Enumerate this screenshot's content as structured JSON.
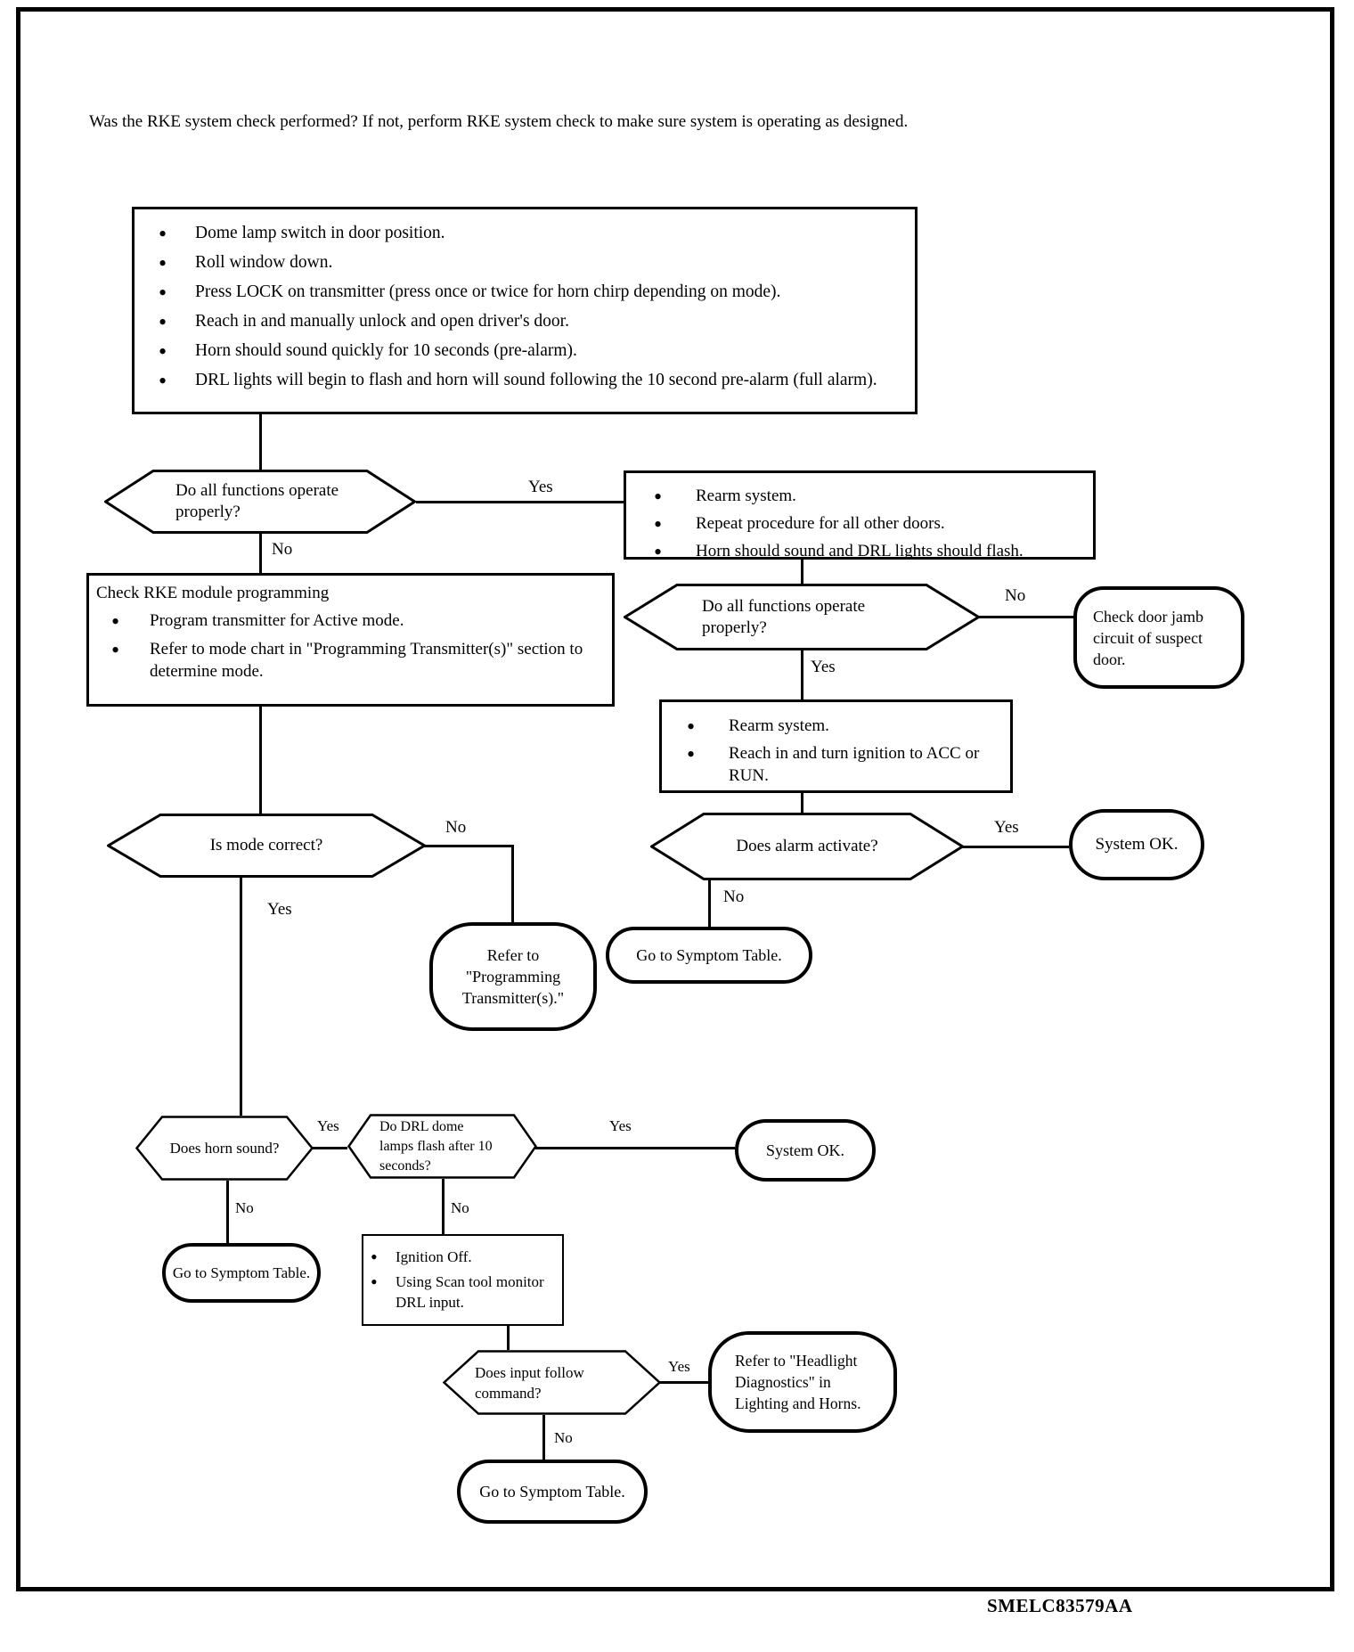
{
  "header": {
    "text": "Was the RKE system check performed? If not, perform RKE system check to make sure system is operating as designed."
  },
  "labels": {
    "yes": "Yes",
    "no": "No"
  },
  "nodes": {
    "setup": {
      "items": [
        "Dome lamp switch in door position.",
        "Roll window down.",
        "Press LOCK on transmitter (press once or twice for horn chirp depending on mode).",
        "Reach in and manually unlock and open driver's door.",
        "Horn should sound quickly for 10 seconds (pre-alarm).",
        "DRL lights will begin to flash and horn will sound following the 10 second pre-alarm (full alarm)."
      ]
    },
    "d_functions1": {
      "text": "Do all functions operate properly?"
    },
    "rearm_repeat": {
      "items": [
        "Rearm system.",
        "Repeat procedure for all other doors.",
        "Horn should sound and DRL lights should flash."
      ]
    },
    "d_functions2": {
      "text": "Do all functions operate properly?"
    },
    "door_jamb": {
      "text": "Check door jamb circuit of suspect door."
    },
    "rearm_ignition": {
      "items": [
        "Rearm system.",
        "Reach in and turn ignition to ACC or RUN."
      ]
    },
    "d_alarm": {
      "text": "Does alarm activate?"
    },
    "system_ok1": {
      "text": "System OK."
    },
    "symptom1": {
      "text": "Go to Symptom Table."
    },
    "check_rke": {
      "title": "Check RKE module programming",
      "items": [
        "Program transmitter for Active mode.",
        "Refer to mode chart in \"Programming Transmitter(s)\" section to determine mode."
      ]
    },
    "d_mode": {
      "text": "Is mode correct?"
    },
    "refer_programming": {
      "text": "Refer to \"Programming Transmitter(s).\""
    },
    "d_horn": {
      "text": "Does horn sound?"
    },
    "d_drl": {
      "text": "Do DRL dome lamps flash after 10 seconds?"
    },
    "system_ok2": {
      "text": "System OK."
    },
    "symptom2": {
      "text": "Go to Symptom Table."
    },
    "scan_tool": {
      "items": [
        "Ignition Off.",
        "Using Scan tool monitor DRL input."
      ]
    },
    "d_input": {
      "text": "Does input follow command?"
    },
    "refer_headlight": {
      "text": "Refer to \"Headlight Diagnostics\" in Lighting and Horns."
    },
    "symptom3": {
      "text": "Go to Symptom Table."
    }
  },
  "footer": {
    "code": "SMELC83579AA"
  }
}
